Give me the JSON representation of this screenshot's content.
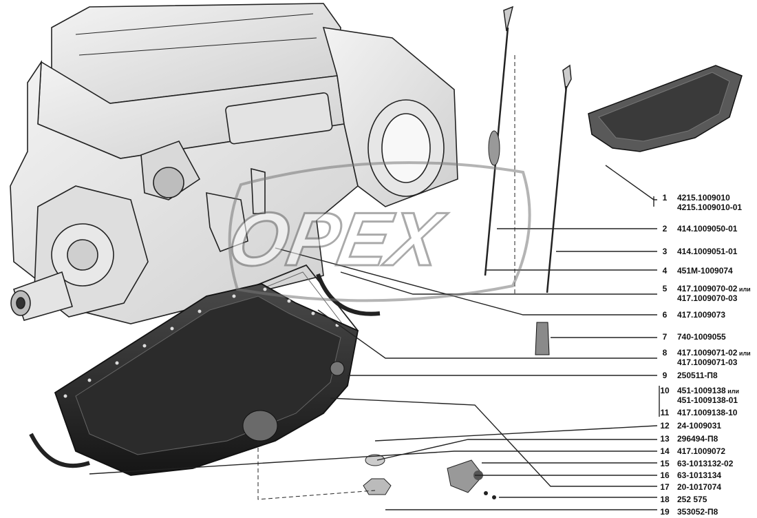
{
  "watermark": "OPEX",
  "parts": [
    {
      "num": "1",
      "codes": [
        "4215.1009010",
        "4215.1009010-01"
      ]
    },
    {
      "num": "2",
      "codes": [
        "414.1009050-01"
      ]
    },
    {
      "num": "3",
      "codes": [
        "414.1009051-01"
      ]
    },
    {
      "num": "4",
      "codes": [
        "451М-1009074"
      ]
    },
    {
      "num": "5",
      "codes": [
        "417.1009070-02",
        "417.1009070-03"
      ],
      "suffix": "или"
    },
    {
      "num": "6",
      "codes": [
        "417.1009073"
      ]
    },
    {
      "num": "7",
      "codes": [
        "740-1009055"
      ]
    },
    {
      "num": "8",
      "codes": [
        "417.1009071-02",
        "417.1009071-03"
      ],
      "suffix": "или"
    },
    {
      "num": "9",
      "codes": [
        "250511-П8"
      ]
    },
    {
      "num": "10",
      "codes": [
        "451-1009138",
        "451-1009138-01"
      ],
      "suffix": "или"
    },
    {
      "num": "11",
      "codes": [
        "417.1009138-10"
      ]
    },
    {
      "num": "12",
      "codes": [
        "24-1009031"
      ]
    },
    {
      "num": "13",
      "codes": [
        "296494-П8"
      ]
    },
    {
      "num": "14",
      "codes": [
        "417.1009072"
      ]
    },
    {
      "num": "15",
      "codes": [
        "63-1013132-02"
      ]
    },
    {
      "num": "16",
      "codes": [
        "63-1013134"
      ]
    },
    {
      "num": "17",
      "codes": [
        "20-1017074"
      ]
    },
    {
      "num": "18",
      "codes": [
        "252 575"
      ]
    },
    {
      "num": "19",
      "codes": [
        "353052-П8"
      ]
    }
  ]
}
